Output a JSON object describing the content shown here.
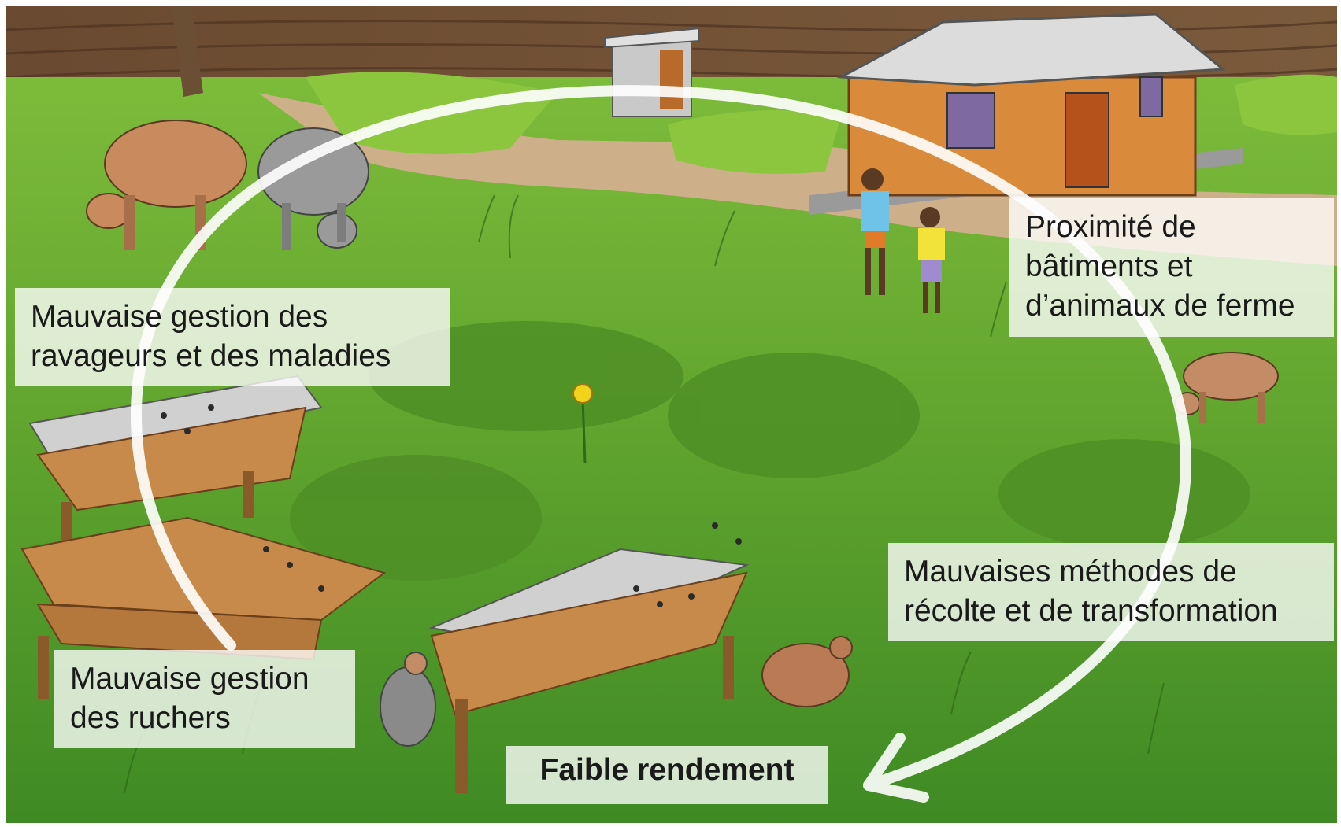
{
  "cycle_labels": {
    "proximite": [
      "Proximité de",
      "bâtiments et",
      "d’animaux de ferme"
    ],
    "ravageurs": [
      "Mauvaise gestion des",
      "ravageurs et des maladies"
    ],
    "recolte": [
      "Mauvaises méthodes de",
      "récolte et de transformation"
    ],
    "ruchers": [
      "Mauvaise gestion",
      "des ruchers"
    ],
    "rendement": "Faible rendement"
  },
  "colors": {
    "field_dark": "#4f7a22",
    "grass": "#5fa32e",
    "grass_light": "#8cc63f",
    "path": "#cdb08a",
    "house_wall": "#d98a3a",
    "roof": "#dcdcdc",
    "cycle_arrow": "#ffffff"
  },
  "icons": [
    "cow-icon",
    "goat-icon",
    "hen-icon",
    "beehive-icon",
    "house-icon",
    "latrine-icon",
    "children-icon",
    "flower-icon"
  ]
}
